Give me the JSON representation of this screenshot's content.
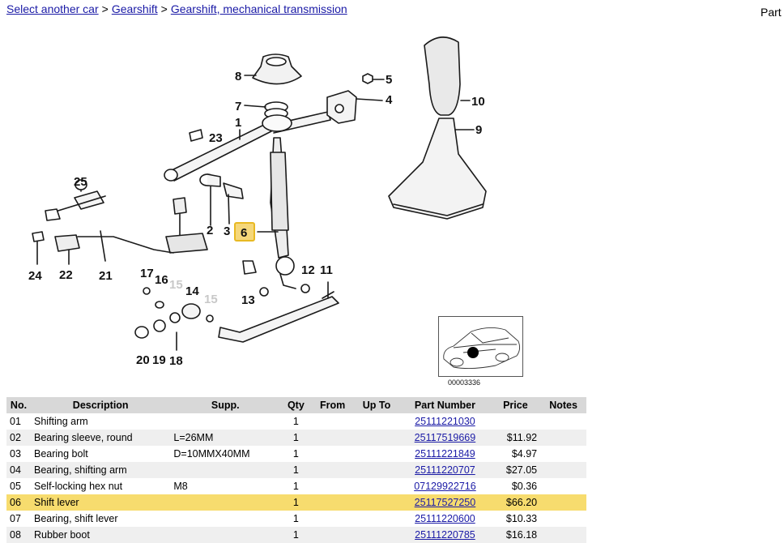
{
  "breadcrumb": {
    "items": [
      "Select another car",
      "Gearshift",
      "Gearshift, mechanical transmission"
    ],
    "separator": ">"
  },
  "header_right": "Part",
  "diagram": {
    "callouts": [
      "1",
      "2",
      "3",
      "4",
      "5",
      "6",
      "7",
      "8",
      "9",
      "10",
      "11",
      "12",
      "13",
      "14",
      "15",
      "15",
      "16",
      "17",
      "18",
      "19",
      "20",
      "21",
      "22",
      "23",
      "24",
      "25"
    ],
    "highlight_callout": "6",
    "highlight_color": "#f2c94c"
  },
  "thumbnail": {
    "caption": "00003336"
  },
  "table": {
    "headers": [
      "No.",
      "Description",
      "Supp.",
      "Qty",
      "From",
      "Up To",
      "Part Number",
      "Price",
      "Notes"
    ],
    "highlight_color": "#f7dc6e",
    "rows": [
      {
        "no": "01",
        "desc": "Shifting arm",
        "supp": "",
        "qty": "1",
        "from": "",
        "upto": "",
        "pn": "25111221030",
        "price": "",
        "notes": ""
      },
      {
        "no": "02",
        "desc": "Bearing sleeve, round",
        "supp": "L=26MM",
        "qty": "1",
        "from": "",
        "upto": "",
        "pn": "25117519669",
        "price": "$11.92",
        "notes": ""
      },
      {
        "no": "03",
        "desc": "Bearing bolt",
        "supp": "D=10MMX40MM",
        "qty": "1",
        "from": "",
        "upto": "",
        "pn": "25111221849",
        "price": "$4.97",
        "notes": ""
      },
      {
        "no": "04",
        "desc": "Bearing, shifting arm",
        "supp": "",
        "qty": "1",
        "from": "",
        "upto": "",
        "pn": "25111220707",
        "price": "$27.05",
        "notes": ""
      },
      {
        "no": "05",
        "desc": "Self-locking hex nut",
        "supp": "M8",
        "qty": "1",
        "from": "",
        "upto": "",
        "pn": "07129922716",
        "price": "$0.36",
        "notes": ""
      },
      {
        "no": "06",
        "desc": "Shift lever",
        "supp": "",
        "qty": "1",
        "from": "",
        "upto": "",
        "pn": "25117527250",
        "price": "$66.20",
        "notes": ""
      },
      {
        "no": "07",
        "desc": "Bearing, shift lever",
        "supp": "",
        "qty": "1",
        "from": "",
        "upto": "",
        "pn": "25111220600",
        "price": "$10.33",
        "notes": ""
      },
      {
        "no": "08",
        "desc": "Rubber boot",
        "supp": "",
        "qty": "1",
        "from": "",
        "upto": "",
        "pn": "25111220785",
        "price": "$16.18",
        "notes": ""
      }
    ]
  }
}
